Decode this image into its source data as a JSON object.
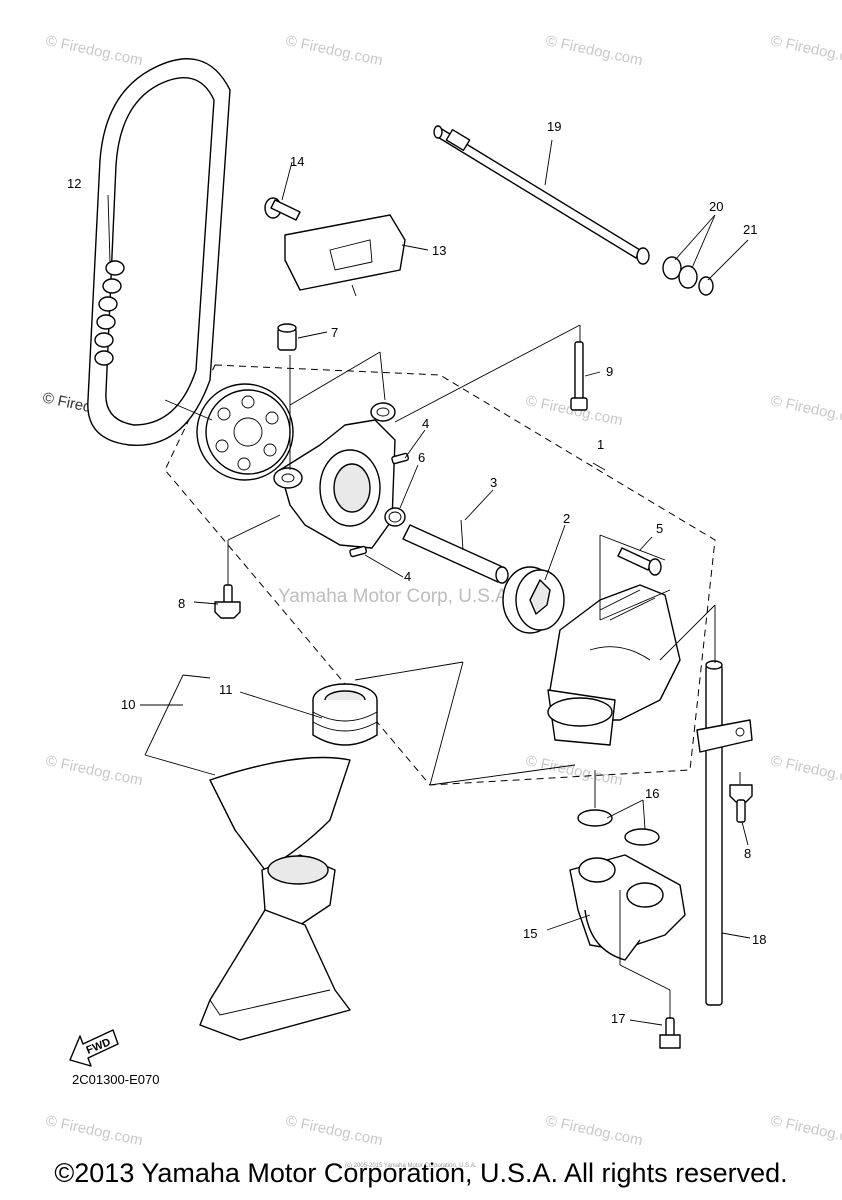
{
  "diagram_code": "2C01300-E070",
  "copyright": "©2013 Yamaha Motor Corporation, U.S.A. All rights reserved.",
  "small_print": "(c) 2005-2015 Yamaha Motor Corporation, U.S.A.",
  "inline_watermark": "Yamaha Motor Corp, U.S.A.",
  "watermark_text": "© Firedog.com",
  "fwd_label": "FWD",
  "callouts": {
    "c1": "1",
    "c2": "2",
    "c3": "3",
    "c4a": "4",
    "c4b": "4",
    "c5": "5",
    "c6": "6",
    "c7": "7",
    "c8a": "8",
    "c8b": "8",
    "c9": "9",
    "c10": "10",
    "c11": "11",
    "c12": "12",
    "c13": "13",
    "c14": "14",
    "c15": "15",
    "c16": "16",
    "c17": "17",
    "c18": "18",
    "c19": "19",
    "c20": "20",
    "c21": "21"
  }
}
